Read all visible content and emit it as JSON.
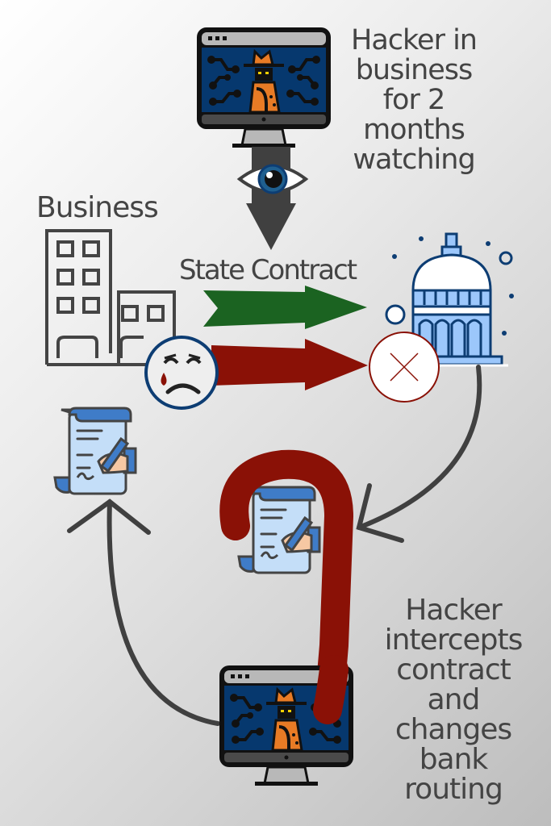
{
  "labels": {
    "hacker_watching": "Hacker in business for 2 months watching",
    "business": "Business",
    "state_contract": "State Contract",
    "hacker_intercepts": "Hacker intercepts contract and changes bank routing"
  },
  "icons": {
    "top_monitor": "hacker-monitor-icon",
    "eye": "eye-icon",
    "building": "office-building-icon",
    "capitol": "capitol-dome-icon",
    "sad_face": "crying-face-icon",
    "reject": "x-circle-icon",
    "contract_left": "signed-contract-icon",
    "contract_mid": "signed-contract-icon",
    "bottom_monitor": "hacker-monitor-icon"
  },
  "colors": {
    "text": "#444444",
    "arrow_dark": "#404040",
    "arrow_green": "#1b6321",
    "arrow_red": "#8a1106",
    "screen_blue": "#06386e",
    "hacker_orange": "#e87b25",
    "capitol_fill": "#9cc7fb",
    "capitol_stroke": "#0d3d73"
  }
}
